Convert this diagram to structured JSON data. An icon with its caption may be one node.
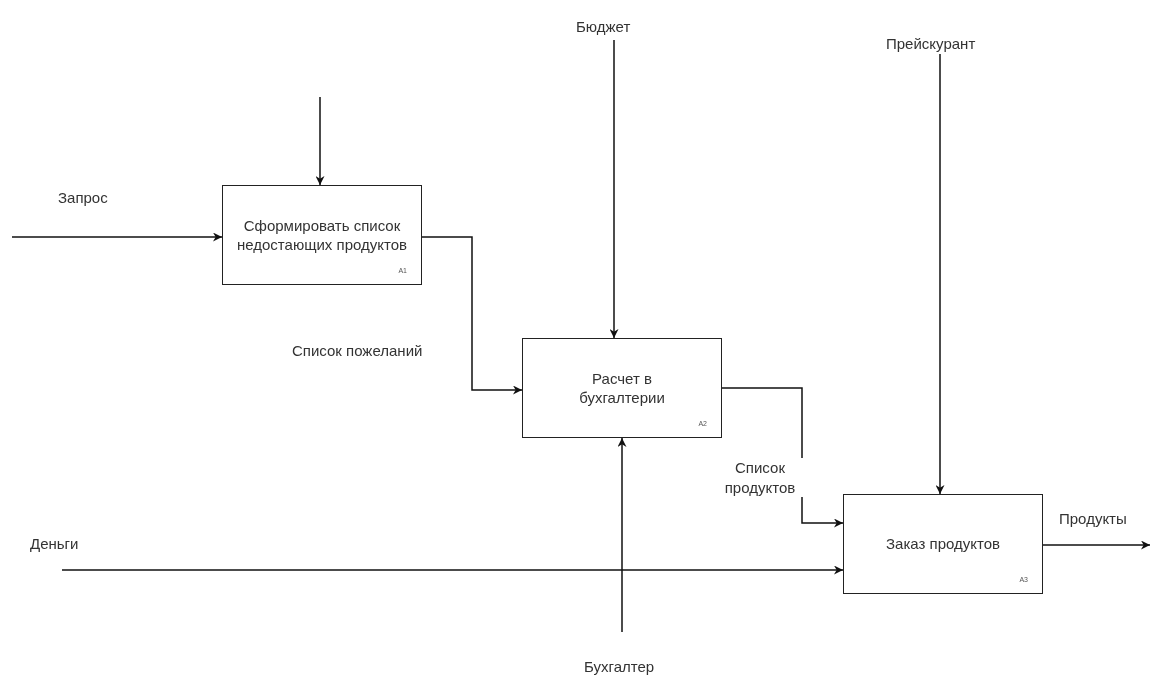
{
  "diagram": {
    "nodes": [
      {
        "text": [
          "Сформировать список недостающих продуктов",
          "A1"
        ]
      },
      {
        "text": [
          "Расчет в бухгалтерии",
          "A2"
        ]
      },
      {
        "text": [
          "Заказ продуктов",
          "A3"
        ]
      }
    ],
    "edges": [
      {
        "from": null,
        "to": 0,
        "arrow": "to",
        "label": "Запрос"
      },
      {
        "from": null,
        "to": 0,
        "arrow": "to"
      },
      {
        "from": 0,
        "to": 1,
        "arrow": "to",
        "label": "Список пожеланий"
      },
      {
        "from": null,
        "to": 1,
        "arrow": "to",
        "label": "Бюджет"
      },
      {
        "from": null,
        "to": 1,
        "arrow": "to",
        "label": "Бухгалтер"
      },
      {
        "from": 1,
        "to": 2,
        "arrow": "to",
        "label": "Список продуктов"
      },
      {
        "from": null,
        "to": 2,
        "arrow": "to",
        "label": "Прейскурант"
      },
      {
        "from": null,
        "to": 2,
        "arrow": "to",
        "label": "Деньги"
      },
      {
        "from": 2,
        "to": null,
        "arrow": "to",
        "label": "Продукты"
      }
    ]
  }
}
